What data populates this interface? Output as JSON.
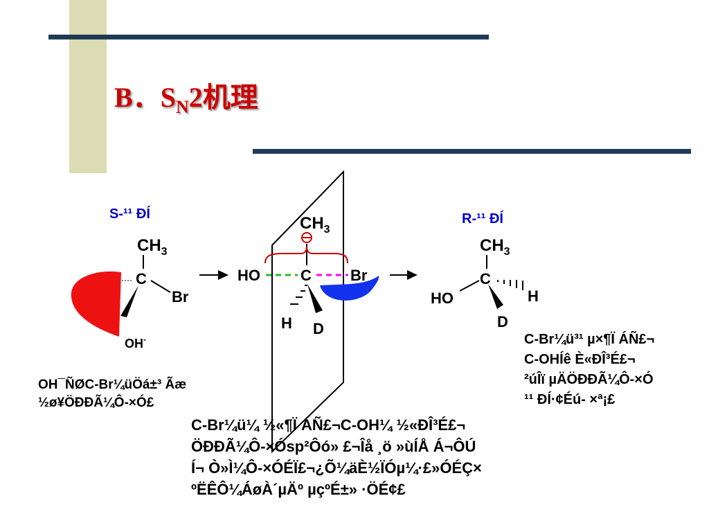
{
  "title": {
    "prefix": "B．S",
    "sub": "N",
    "suffix": "2机理"
  },
  "reactant": {
    "label": "S-¹¹ ÐÍ",
    "ch3": "CH",
    "ch3_sub": "3",
    "carbon": "C",
    "br": "Br",
    "nucleophile": "OH",
    "nucleophile_sup": "-"
  },
  "transition": {
    "ch3": "CH",
    "ch3_sub": "3",
    "carbon": "C",
    "ho": "HO",
    "br": "Br",
    "h": "H",
    "d": "D"
  },
  "product": {
    "label": "R-¹¹ ÐÍ",
    "ch3": "CH",
    "ch3_sub": "3",
    "carbon": "C",
    "ho": "HO",
    "h": "H",
    "d": "D"
  },
  "notes": {
    "left": [
      "OH¯ÑØC-Br¼üÖá±³ Ãæ",
      "½ø¥ÖÐÐÃ¼Ô-×Ó£"
    ],
    "right": [
      "C-Br¼ü³¹ µ×¶Ï ÁÑ£¬",
      "C-OHÍê È«ÐÎ³É£¬",
      "²úÎï µÄÖÐÐÃ¼Ô-×Ó",
      "¹¹ ÐÍ·¢Éú- ×ª¡£"
    ],
    "bottom": [
      "C-Br¼ü¼ ½«¶Ï ÁÑ£¬C-OH¼ ½«ÐÎ³É£¬",
      "ÖÐÐÃ¼Ô-×Ósp²Ôó» £¬Îå ¸ö »ùÍÅ Á¬ÔÚ",
      "Í¬ Ò»Ì¼Ô-×ÓÉÏ£¬¿Õ¼äÈ½ÏÓµ¼·£»ÓÉÇ×",
      "ºËÊÔ¼ÁøÀ´µÄº µçºÉ±» ·ÖÉ¢£"
    ]
  }
}
